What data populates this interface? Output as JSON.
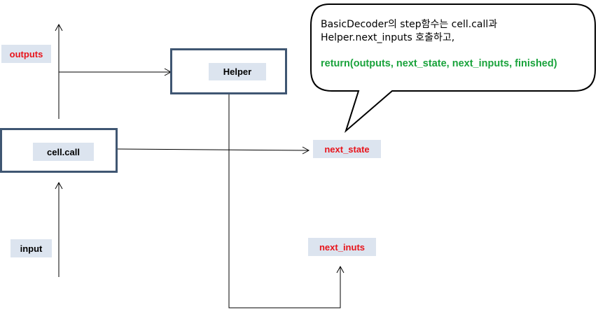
{
  "nodes": {
    "helper": "Helper",
    "cell_call": "cell.call"
  },
  "labels": {
    "outputs": "outputs",
    "next_state": "next_state",
    "next_inputs": "next_inuts",
    "input": "input"
  },
  "callout": {
    "line1": "BasicDecoder의 step함수는 cell.call과",
    "line2": "Helper.next_inputs 호출하고,",
    "code": "return(outputs, next_state, next_inputs, finished)"
  },
  "colors": {
    "box_border": "#3f5672",
    "tag_fill": "#dce4ef",
    "label_red": "#e8141b",
    "code_green": "#1aa33c"
  }
}
